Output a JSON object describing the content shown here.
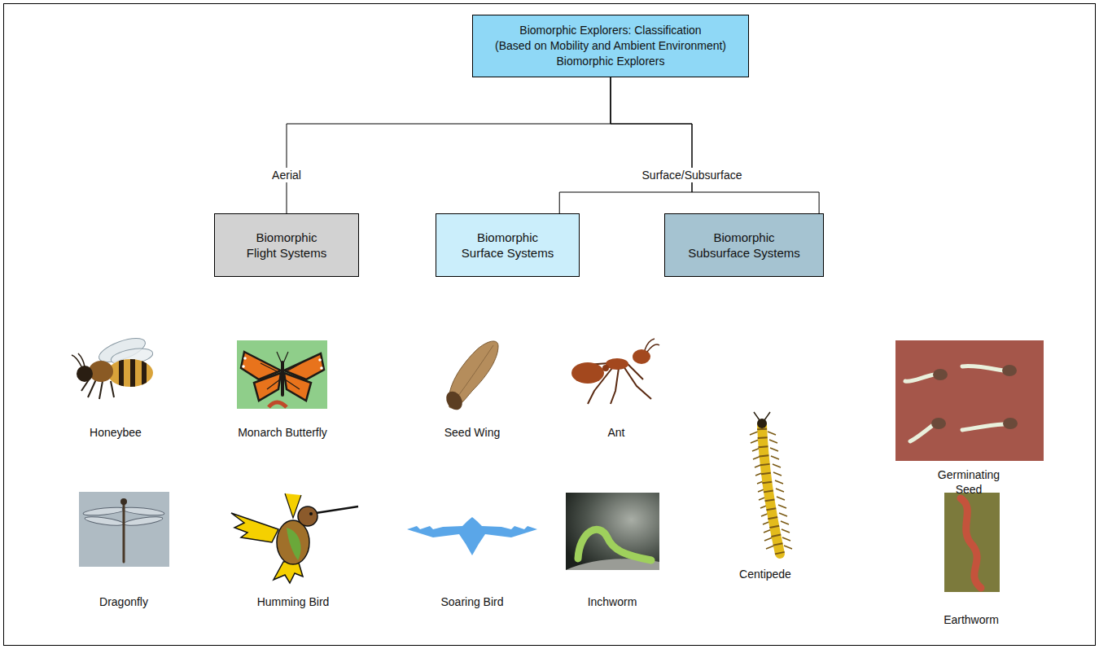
{
  "diagram": {
    "nodes": [
      {
        "text": [
          "Biomorphic Explorers: Classification",
          "(Based on Mobility and Ambient Environment)",
          "Biomorphic Explorers"
        ]
      },
      {
        "text": [
          "Biomorphic Flight Systems"
        ]
      },
      {
        "text": [
          "Biomorphic Surface Systems"
        ]
      },
      {
        "text": [
          "Biomorphic Subsurface Systems"
        ]
      }
    ],
    "edges": [
      {
        "from": 0,
        "to": 1,
        "arrow": "none",
        "label": "Aerial"
      },
      {
        "from": 0,
        "to": 2,
        "arrow": "none",
        "label": "Surface/Subsurface"
      },
      {
        "from": 0,
        "to": 3,
        "arrow": "none"
      }
    ],
    "labels": [
      "Honeybee",
      "Monarch Butterfly",
      "Seed Wing",
      "Ant",
      "Germinating Seed",
      "Centipede",
      "Dragonfly",
      "Humming Bird",
      "Soaring Bird",
      "Inchworm",
      "Earthworm"
    ]
  }
}
